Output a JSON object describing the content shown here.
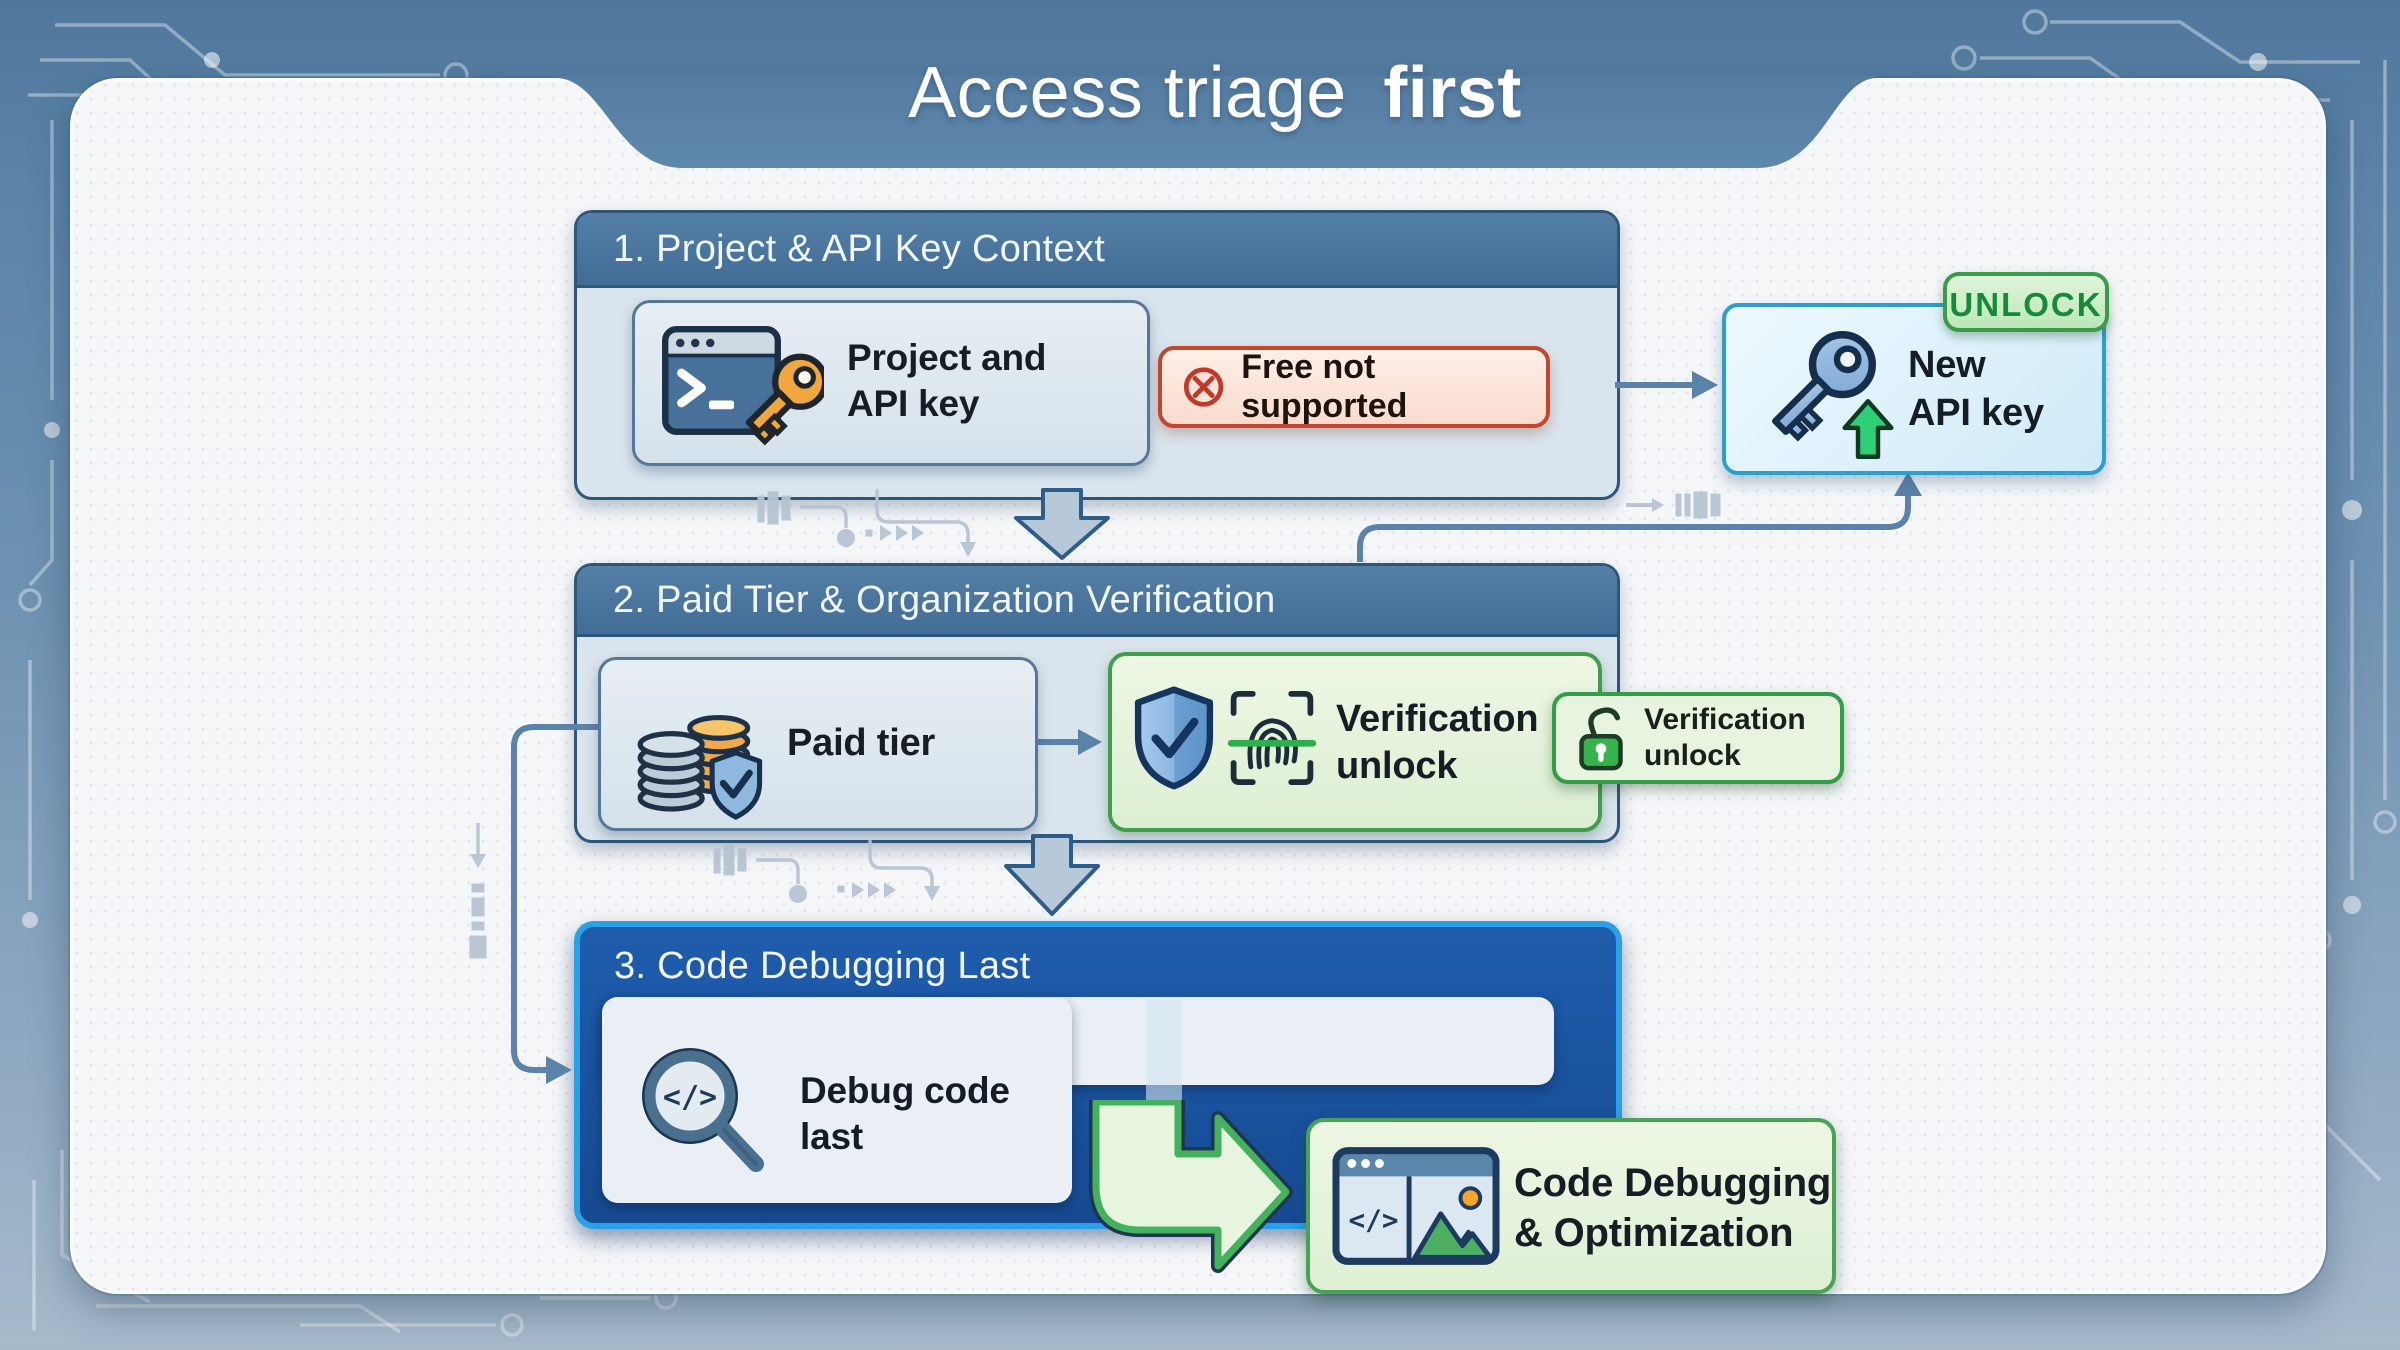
{
  "title": {
    "prefix": "Access triage",
    "emphasis": "first"
  },
  "section1": {
    "header": "1. Project & API Key Context",
    "card": {
      "line1": "Project and",
      "line2": "API key"
    },
    "badge": {
      "label": "Free not supported"
    }
  },
  "api_key_box": {
    "line1": "New",
    "line2": "API key",
    "badge": "UNLOCK"
  },
  "section2": {
    "header": "2. Paid Tier & Organization Verification",
    "paid_card": {
      "label": "Paid tier"
    },
    "verify_card": {
      "line1": "Verification",
      "line2": "unlock"
    },
    "verify_badge": {
      "line1": "Verification",
      "line2": "unlock"
    }
  },
  "section3": {
    "header": "3. Code Debugging Last",
    "debug_card": {
      "line1": "Debug code",
      "line2": "last"
    },
    "result_box": {
      "line1": "Code Debugging",
      "line2": "& Optimization"
    }
  },
  "icons": {
    "project_card": "terminal-key-icon",
    "restriction": "no-entry-icon",
    "api_key": "key-up-icon",
    "paid": "coins-shield-icon",
    "verification": "shield-check-fingerprint-icon",
    "verification_badge": "open-padlock-icon",
    "debug": "magnifier-code-icon",
    "result": "browser-code-image-icon"
  },
  "colors": {
    "frame_blue": "#5b84a8",
    "panel": "#f4f6f8",
    "section_header": "#4a769f",
    "section3_fill": "#1b54a2",
    "section3_border": "#2aa0e8",
    "green_accent": "#3e9e4a",
    "green_fill": "#e7f4df",
    "red_accent": "#c2452f",
    "red_fill": "#fdeae1",
    "api_border": "#2c9ecf",
    "api_fill": "#dff1fb",
    "big_arrow_fill": "#b7c9d9",
    "connector": "#5b82a8",
    "deco_gray": "#b6c4d3"
  }
}
